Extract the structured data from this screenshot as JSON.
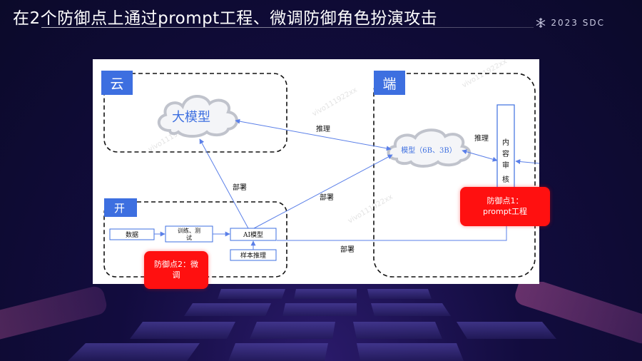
{
  "header": {
    "title": "在2个防御点上通过prompt工程、微调防御角色扮演攻击",
    "logo_text": "2023 SDC"
  },
  "diagram": {
    "cloud_section": "云",
    "edge_section": "端",
    "dev_section": "开",
    "big_model": "大模型",
    "edge_model": "模型（6B、3B）",
    "content_review": [
      "内",
      "容",
      "审",
      "核"
    ],
    "inference_top": "推理",
    "inference_right": "推理",
    "deploy_up": "部署",
    "deploy_diag": "部署",
    "deploy_bottom": "部署",
    "data_box": "数据",
    "train_box_line1": "训练、测",
    "train_box_line2": "试",
    "ai_model_box": "AI模型",
    "sample_box": "样本推理",
    "watermark": "vivo111922xx"
  },
  "badges": {
    "defense1_line1": "防御点1：",
    "defense1_line2": "prompt工程",
    "defense2_line1": "防御点2：微",
    "defense2_line2": "调"
  },
  "colors": {
    "badge_red": "#ff1010",
    "section_blue": "#3d6fe0",
    "arrow_blue": "#5a7fe8",
    "background": "#120c3e"
  }
}
